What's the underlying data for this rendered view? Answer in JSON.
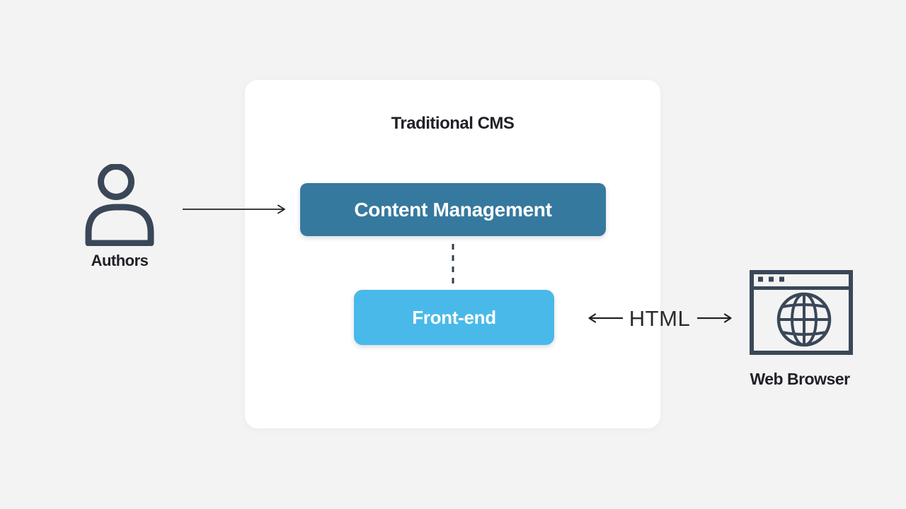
{
  "canvas": {
    "background": "#f3f3f3",
    "card_background": "#ffffff"
  },
  "actors": {
    "authors": {
      "label": "Authors",
      "icon": "person-icon"
    },
    "web_browser": {
      "label": "Web Browser",
      "icon": "browser-globe-icon"
    }
  },
  "cms": {
    "title": "Traditional CMS",
    "content_management": {
      "label": "Content Management",
      "color": "#36799e"
    },
    "front_end": {
      "label": "Front-end",
      "color": "#49b9ea"
    }
  },
  "flows": {
    "authors_to_cms": {
      "type": "arrow-right"
    },
    "cm_to_frontend": {
      "type": "dashed-vertical"
    },
    "html": {
      "label": "HTML",
      "type": "bidirectional-arrows"
    }
  },
  "colors": {
    "icon_stroke": "#3a4758",
    "arrow": "#222222",
    "connector": "#2f3e50",
    "heading_text": "#1f2126",
    "box_text": "#ffffff"
  }
}
